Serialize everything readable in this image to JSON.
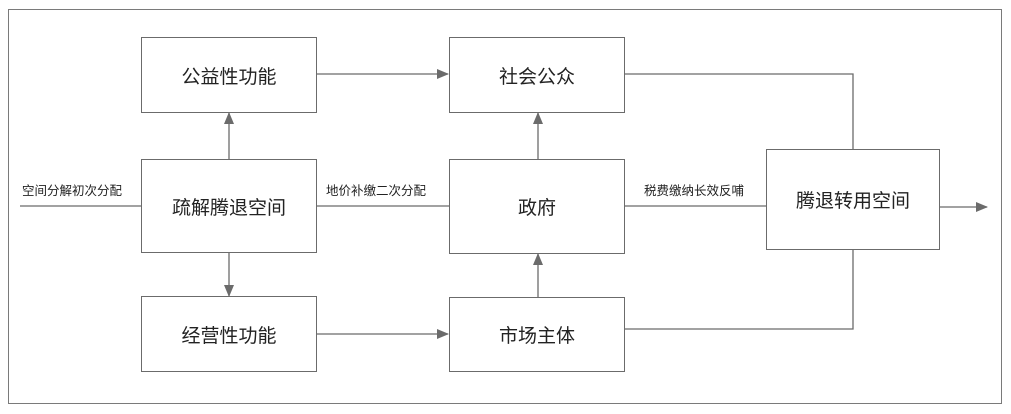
{
  "nodes": {
    "public_function": "公益性功能",
    "society": "社会公众",
    "relocate_space": "疏解腾退空间",
    "government": "政府",
    "reuse_space": "腾退转用空间",
    "business_function": "经营性功能",
    "market": "市场主体"
  },
  "edge_labels": {
    "first_distribution": "空间分解初次分配",
    "second_distribution": "地价补缴二次分配",
    "tax_feedback": "税费缴纳长效反哺"
  }
}
